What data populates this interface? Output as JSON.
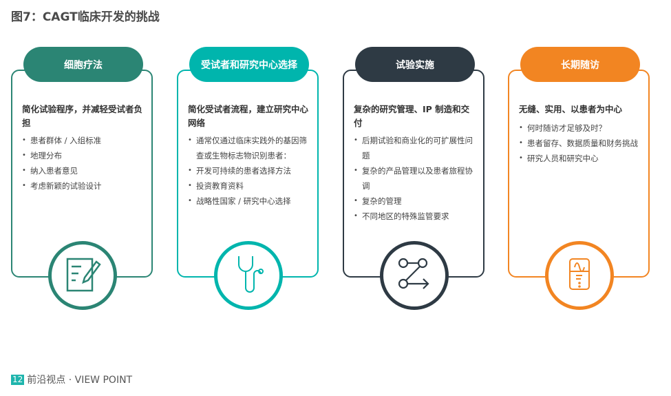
{
  "title": "图7：CAGT临床开发的挑战",
  "cards": [
    {
      "label": "细胞疗法",
      "color": "#2b8574",
      "heading": "简化试验程序，并减轻受试者负担",
      "bullets": [
        "患者群体 / 入组标准",
        "地理分布",
        "纳入患者意见",
        "考虑新颖的试验设计"
      ],
      "icon": "document-pencil-icon"
    },
    {
      "label": "受试者和研究中心选择",
      "color": "#00b5ad",
      "heading": "简化受试者流程，建立研究中心网络",
      "bullets": [
        "通常仅通过临床实践外的基因筛查或生物标志物识别患者：",
        "开发可持续的患者选择方法",
        "投资教育资料",
        "战略性国家 / 研究中心选择"
      ],
      "icon": "stethoscope-icon"
    },
    {
      "label": "试验实施",
      "color": "#2e3a44",
      "heading": "复杂的研究管理、IP 制造和交付",
      "bullets": [
        "后期试验和商业化的可扩展性问题",
        "复杂的产品管理以及患者旅程协调",
        "复杂的管理",
        "不同地区的特殊监管要求"
      ],
      "icon": "workflow-icon"
    },
    {
      "label": "长期随访",
      "color": "#f28522",
      "heading": "无缝、实用、以患者为中心",
      "bullets": [
        "何时随访才足够及时？",
        "患者留存、数据质量和财务挑战",
        "研究人员和研究中心"
      ],
      "icon": "monitor-device-icon"
    }
  ],
  "footer": {
    "page": "12",
    "text": "前沿视点 · VIEW POINT"
  }
}
